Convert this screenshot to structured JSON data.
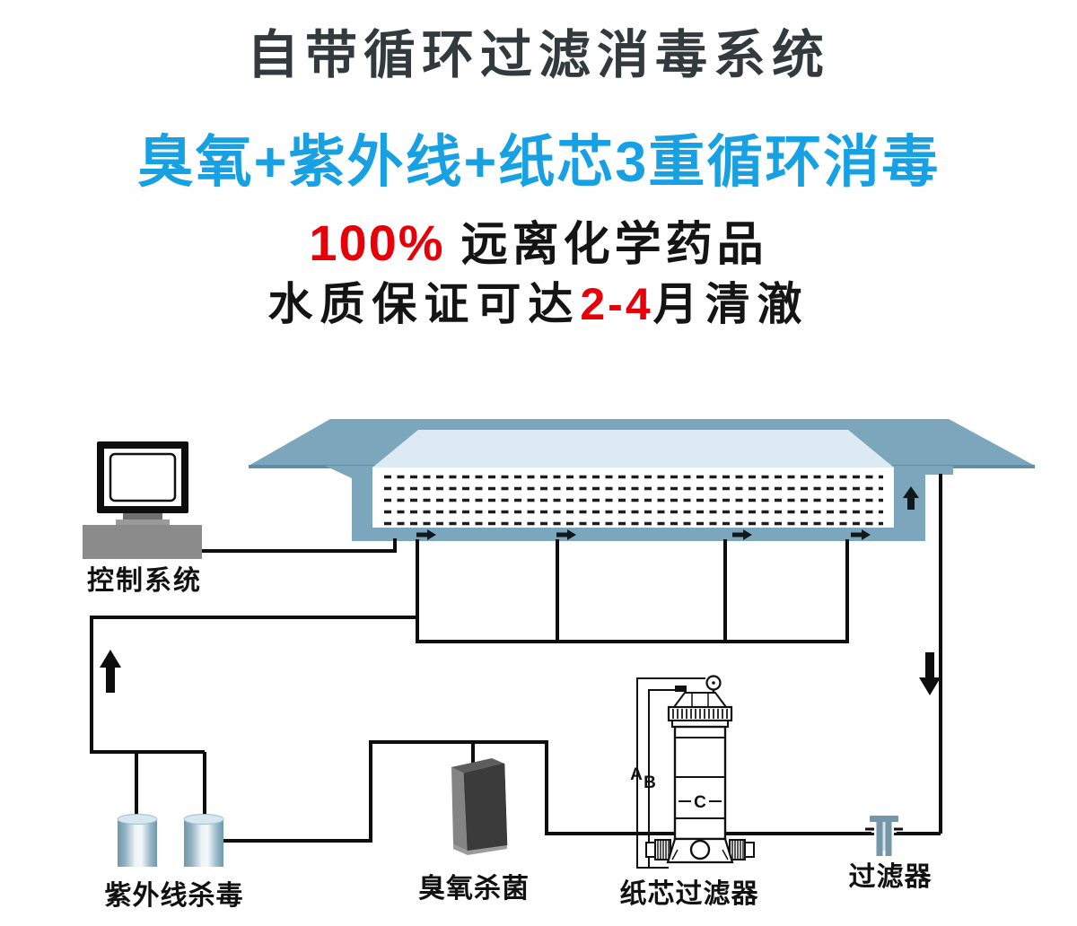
{
  "header": {
    "title": "自带循环过滤消毒系统",
    "subtitle": "臭氧+紫外线+纸芯3重循环消毒",
    "line3_highlight": "100%",
    "line3_text": "远离化学药品",
    "line4_prefix": "水质保证可达",
    "line4_highlight": "2-4",
    "line4_suffix": "月清澈"
  },
  "diagram": {
    "labels": {
      "control_system": "控制系统",
      "uv_sterilizer": "紫外线杀毒",
      "ozone_sterilizer": "臭氧杀菌",
      "paper_core_filter": "纸芯过滤器",
      "filter": "过滤器"
    },
    "dimension_labels": {
      "a": "A",
      "b": "B",
      "c": "C"
    }
  },
  "colors": {
    "title_text": "#323a3d",
    "subtitle_blue": "#18a1e2",
    "accent_red": "#e60008",
    "body_text": "#141414",
    "pool_deck_blue": "#7ba6bb",
    "deck_edge_blue": "#5f8ea6",
    "basin_top_blue": "#dcebf3",
    "basin_face_white": "#ffffff",
    "pipe_black": "#0d0d0d",
    "computer_gray": "#8b8b8b",
    "ozone_box_dark": "#3b3b3b",
    "fitting_steel_blue": "#7396aa"
  }
}
